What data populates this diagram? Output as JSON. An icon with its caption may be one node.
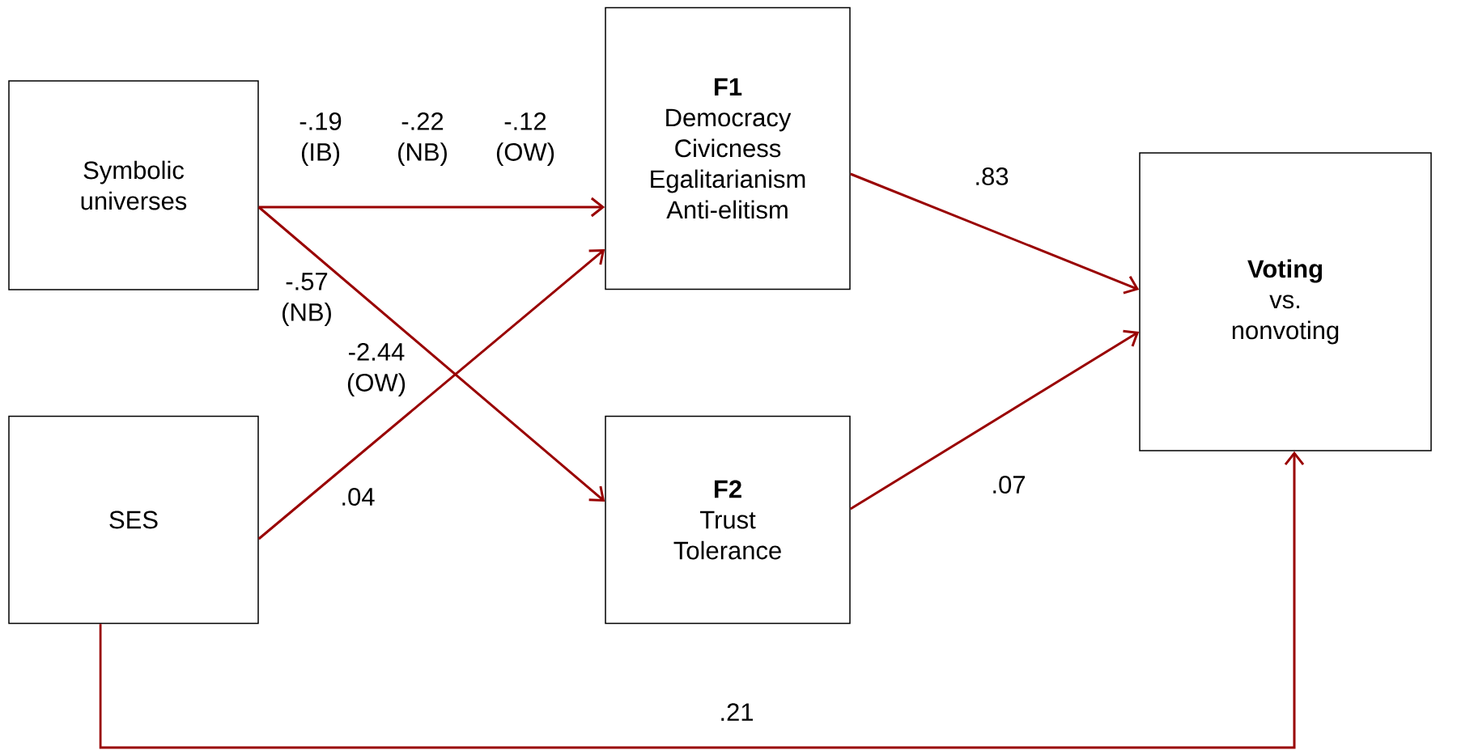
{
  "diagram": {
    "nodes": [
      {
        "text": [
          "Symbolic universes"
        ]
      },
      {
        "text": [
          "F1",
          "Democracy Civicness Egalitarianism Anti-elitism"
        ]
      },
      {
        "text": [
          "Voting",
          "vs. nonvoting"
        ]
      },
      {
        "text": [
          "SES"
        ]
      },
      {
        "text": [
          "F2",
          "Trust Tolerance"
        ]
      }
    ],
    "edges": [
      {
        "from": 0,
        "to": 1,
        "arrow": "to"
      },
      {
        "from": 0,
        "to": 4,
        "arrow": "to"
      },
      {
        "from": 3,
        "to": 1,
        "arrow": "to",
        "label": ".04"
      },
      {
        "from": 1,
        "to": 2,
        "arrow": "to",
        "label": ".83"
      },
      {
        "from": 4,
        "to": 2,
        "arrow": "to",
        "label": ".07"
      },
      {
        "from": 3,
        "to": 2,
        "arrow": "to",
        "label": ".21"
      }
    ],
    "labels": [
      "-.19 (IB)",
      "-.22 (NB)",
      "-.12 (OW)",
      "-.57 (NB)",
      "-2.44 (OW)"
    ]
  }
}
